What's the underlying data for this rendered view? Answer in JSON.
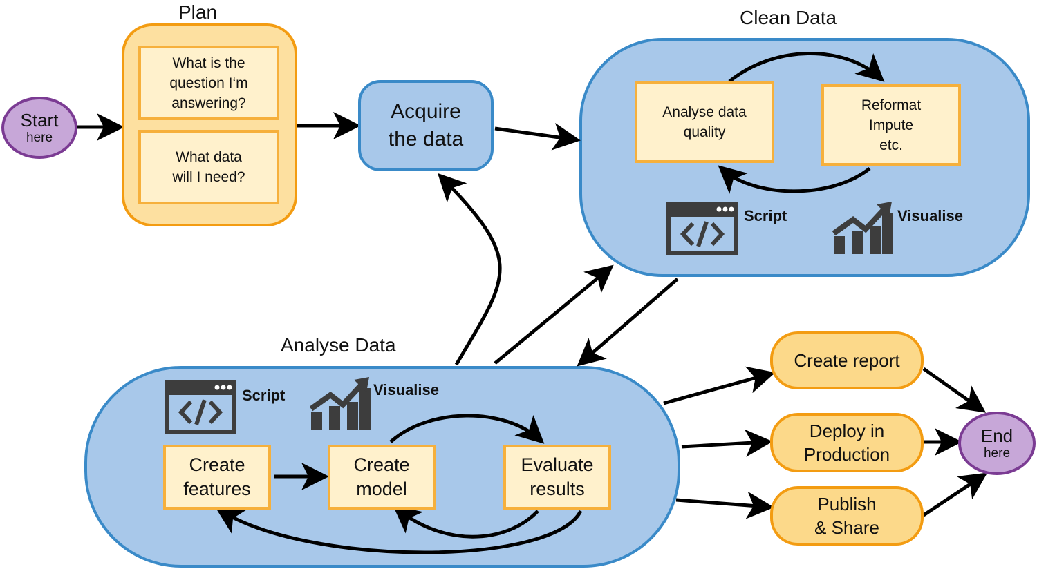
{
  "start": {
    "line1": "Start",
    "line2": "here"
  },
  "end": {
    "line1": "End",
    "line2": "here"
  },
  "plan": {
    "title": "Plan",
    "q1": [
      "What is the",
      "question I‘m",
      "answering?"
    ],
    "q2": [
      "What data",
      "will I need?"
    ]
  },
  "acquire": [
    "Acquire",
    "the data"
  ],
  "clean": {
    "title": "Clean Data",
    "quality": [
      "Analyse data",
      "quality"
    ],
    "reformat": [
      "Reformat",
      "Impute",
      "etc."
    ],
    "script": "Script",
    "visualise": "Visualise"
  },
  "analyse": {
    "title": "Analyse Data",
    "script": "Script",
    "visualise": "Visualise",
    "features": [
      "Create",
      "features"
    ],
    "model": [
      "Create",
      "model"
    ],
    "evaluate": [
      "Evaluate",
      "results"
    ]
  },
  "outputs": {
    "report": "Create report",
    "deploy": [
      "Deploy in",
      "Production"
    ],
    "publish": [
      "Publish",
      "& Share"
    ]
  },
  "colors": {
    "blue_fill": "#a8c8ea",
    "blue_stroke": "#3a8ac8",
    "orange_fill": "#fcd98a",
    "orange_stroke": "#f39c12",
    "purple_fill": "#c7a7d8",
    "purple_stroke": "#7b3b93"
  }
}
